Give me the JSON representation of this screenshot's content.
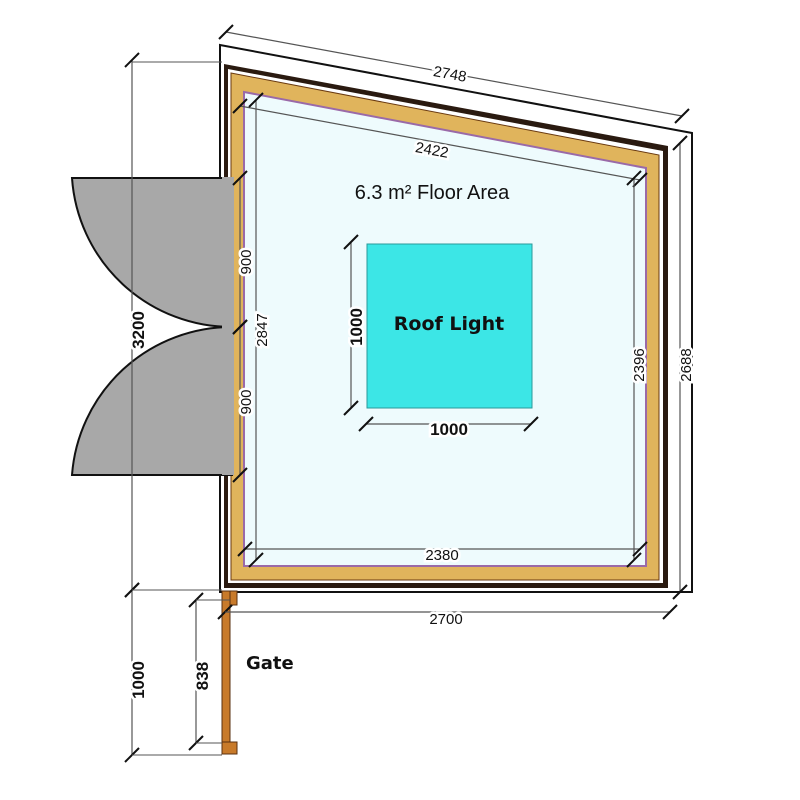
{
  "floor_area_label": "6.3 m² Floor Area",
  "roof_light_label": "Roof Light",
  "gate_label": "Gate",
  "colors": {
    "frame": "#e0b45c",
    "floor": "#eefbfd",
    "roof_light": "#3ce6e6",
    "door": "#a8a8a8",
    "gate": "#c87a2a"
  },
  "dimensions": {
    "roof_top": "2748",
    "inner_top": "2422",
    "roof_right": "2688",
    "inner_right": "2396",
    "inner_left": "2847",
    "door_upper": "900",
    "door_lower": "900",
    "overall_left": "3200",
    "gate_run": "1000",
    "gate_width": "838",
    "bottom_outer": "2700",
    "inner_bottom": "2380",
    "roof_light_height": "1000",
    "roof_light_width": "1000"
  }
}
